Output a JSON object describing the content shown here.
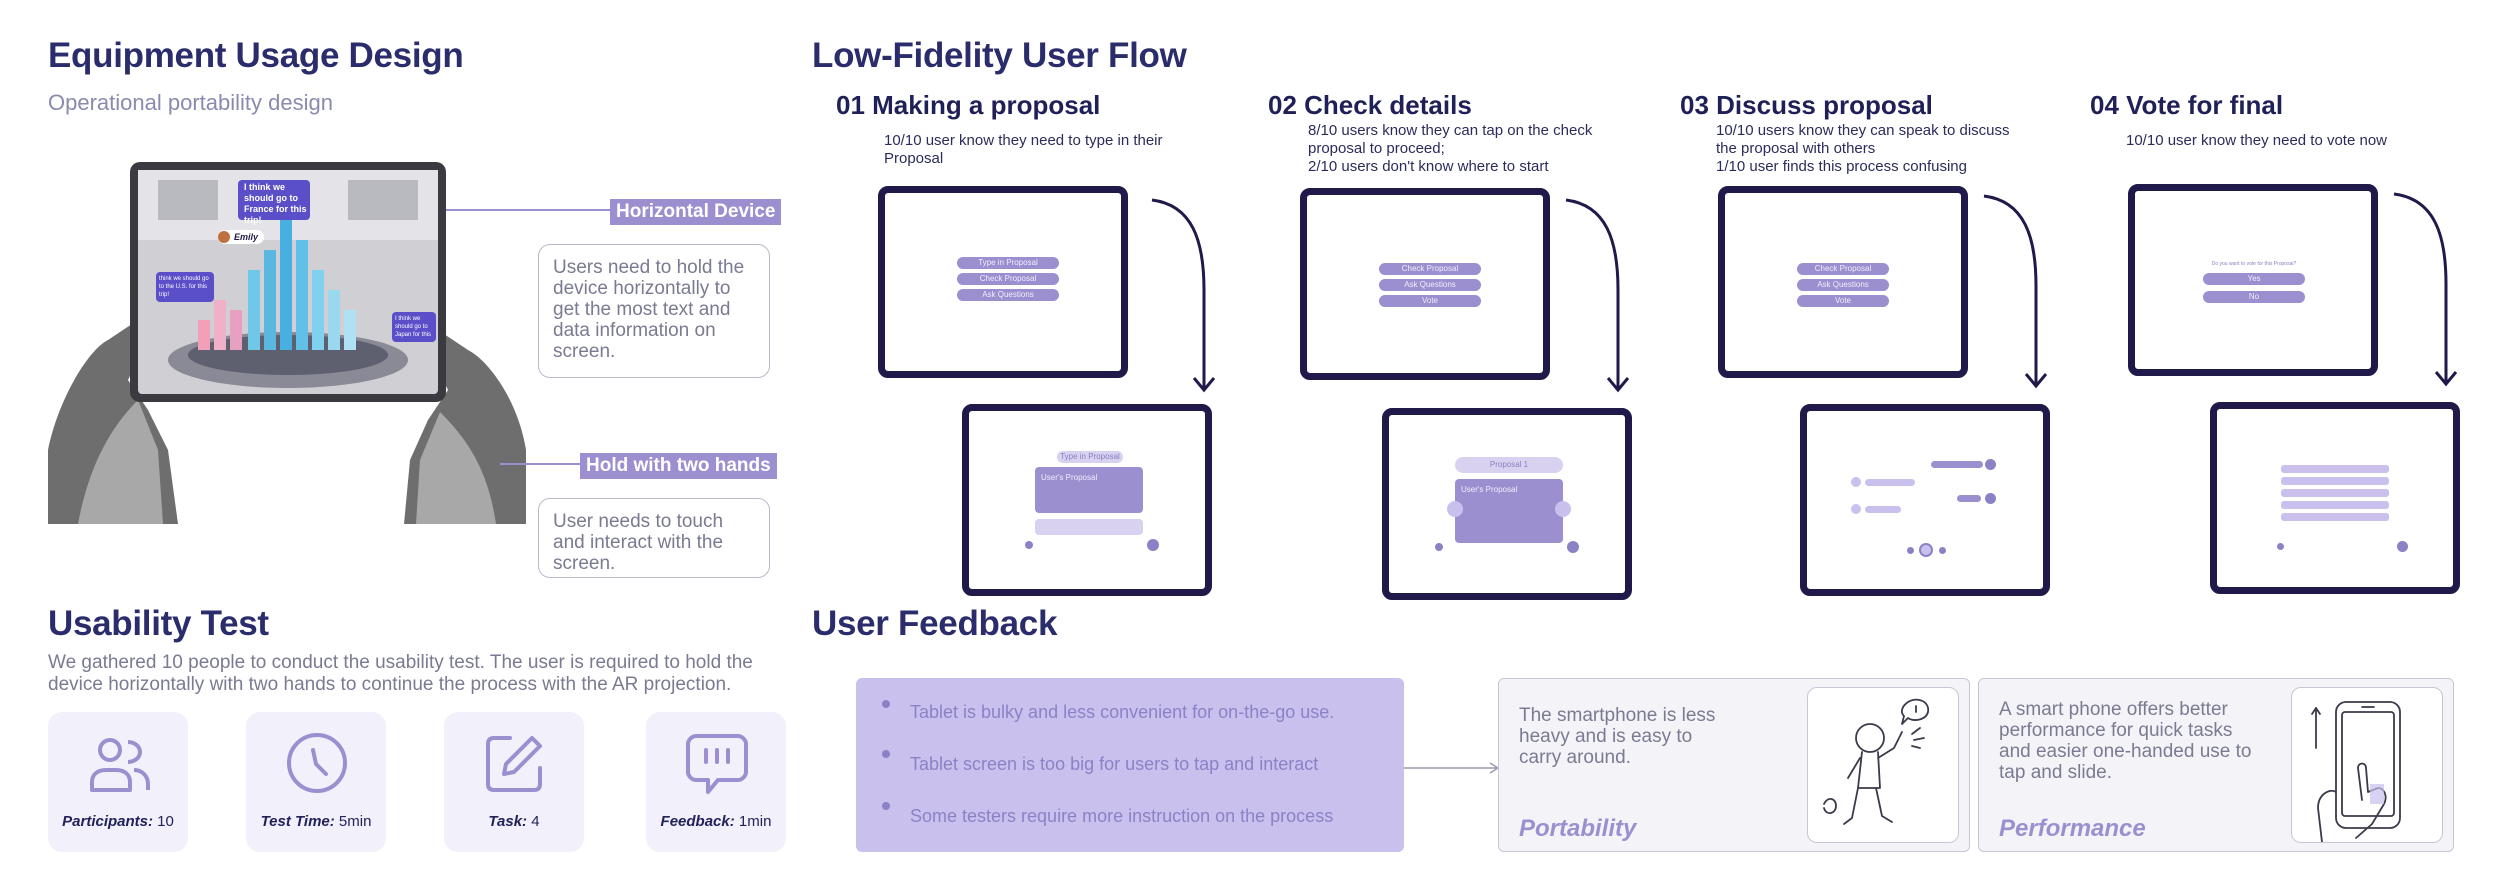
{
  "equipment": {
    "title": "Equipment Usage Design",
    "subtitle": "Operational portability design",
    "tag_horizontal": "Horizontal Device",
    "note_horizontal": "Users need to hold the device horizontally to get the most text and data information on screen.",
    "tag_hands": "Hold with two hands",
    "note_hands": "User needs to touch and interact with the screen.",
    "photo_bubble_1": "I think we should go to France for this trip!",
    "photo_bubble_2": "Emily",
    "photo_bubble_3": "think we should go to the U.S. for this trip!",
    "photo_bubble_4": "I think we should go to Japan for this"
  },
  "flow": {
    "title": "Low-Fidelity User Flow",
    "steps": [
      {
        "title": "01 Making a proposal",
        "desc": [
          "10/10 user know they need to type in their",
          "Proposal"
        ],
        "top_buttons": [
          "Type in Proposal",
          "Check Proposal",
          "Ask Questions"
        ],
        "bottom_header": "Type in Proposal",
        "bottom_card": "User's Proposal"
      },
      {
        "title": "02 Check details",
        "desc": [
          "8/10 users know they can tap on the check",
          "proposal to proceed;",
          "2/10 users don't know where to start"
        ],
        "top_buttons": [
          "Check Proposal",
          "Ask Questions",
          "Vote"
        ],
        "bottom_header": "Proposal 1",
        "bottom_card": "User's Proposal"
      },
      {
        "title": "03 Discuss proposal",
        "desc": [
          "10/10 users know they can speak to discuss",
          "the proposal with others",
          "1/10 user finds this process confusing"
        ],
        "top_buttons": [
          "Check Proposal",
          "Ask Questions",
          "Vote"
        ]
      },
      {
        "title": "04 Vote for final",
        "desc": [
          "10/10 user know they need to vote now"
        ],
        "top_prompt": "Do you want to vote for this Proposal?",
        "top_buttons": [
          "Yes",
          "No"
        ]
      }
    ]
  },
  "usability": {
    "title": "Usability Test",
    "desc_1": "We gathered 10 people to conduct the usability test. The user is required to hold the",
    "desc_2": "device horizontally with two hands to continue the process with the AR projection.",
    "stats": [
      {
        "label": "Participants:",
        "value": "10",
        "icon": "users-icon"
      },
      {
        "label": "Test Time:",
        "value": "5min",
        "icon": "clock-icon"
      },
      {
        "label": "Task:",
        "value": "4",
        "icon": "edit-icon"
      },
      {
        "label": "Feedback:",
        "value": "1min",
        "icon": "chat-icon"
      }
    ]
  },
  "feedback": {
    "title": "User Feedback",
    "items": [
      "Tablet is bulky and less convenient for on-the-go use.",
      "Tablet screen is too big for users to tap and interact",
      "Some testers require more instruction on the process"
    ],
    "cards": [
      {
        "text": [
          "The smartphone is less",
          "heavy and is easy to",
          "carry around."
        ],
        "title": "Portability"
      },
      {
        "text": [
          "A smart phone offers better",
          "performance for quick tasks",
          "and easier one-handed use to",
          "tap and slide."
        ],
        "title": "Performance"
      }
    ]
  },
  "colors": {
    "navy": "#1f2057",
    "accent": "#9b8fd0",
    "light": "#c9c0ee",
    "frame": "#1f1a4a"
  }
}
